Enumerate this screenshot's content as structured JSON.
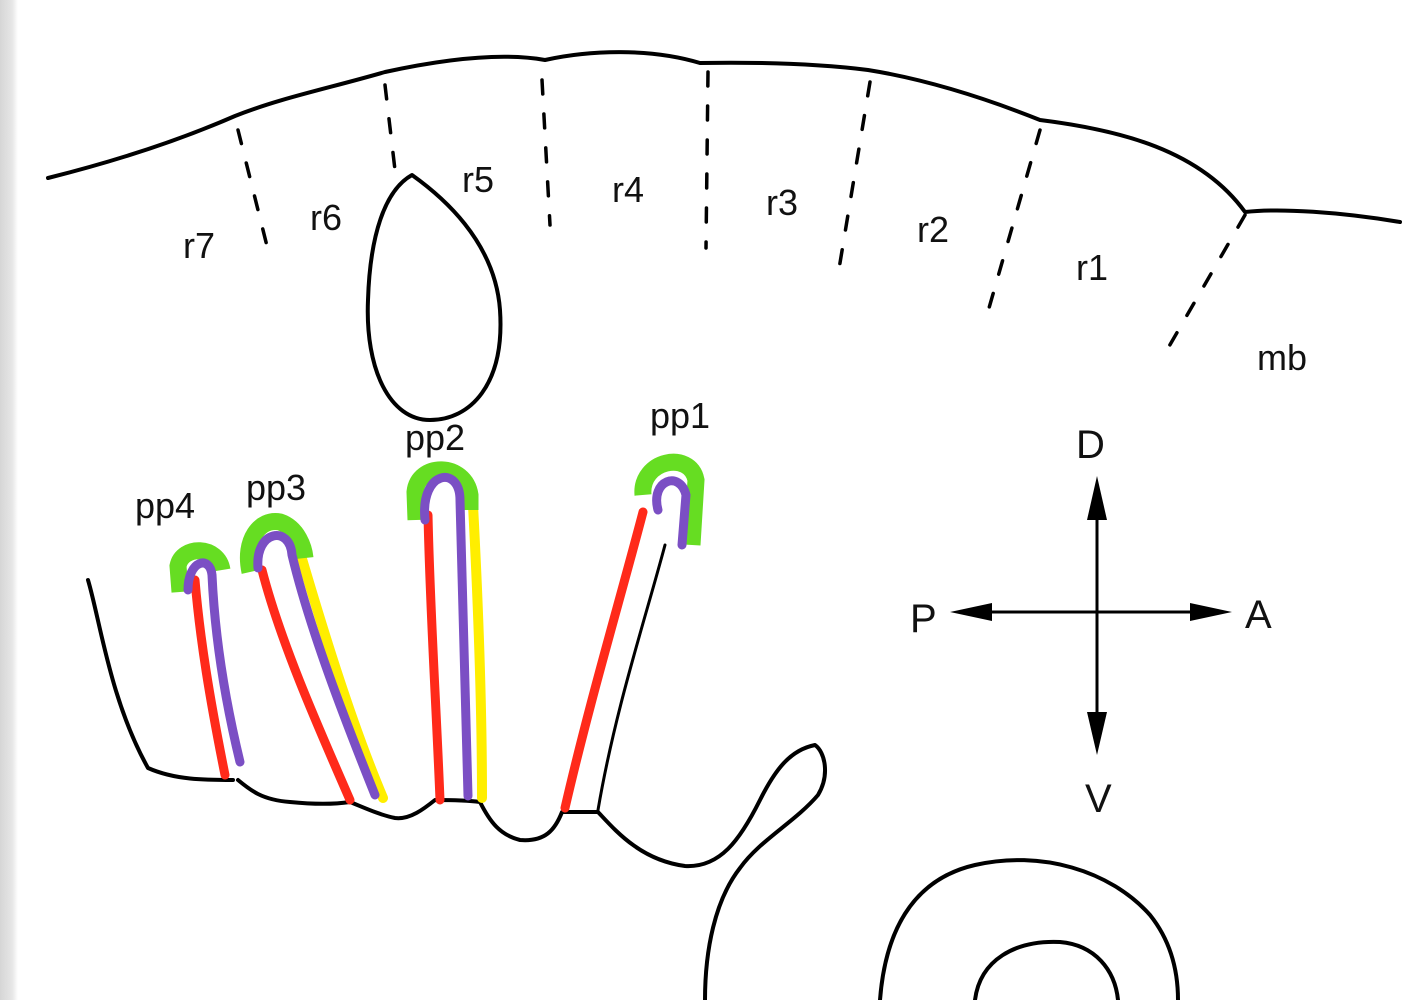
{
  "rhombomere_labels": [
    "r7",
    "r6",
    "r5",
    "r4",
    "r3",
    "r2",
    "r1",
    "mb"
  ],
  "pouch_labels": [
    "pp4",
    "pp3",
    "pp2",
    "pp1"
  ],
  "axis_labels": {
    "dorsal": "D",
    "ventral": "V",
    "posterior": "P",
    "anterior": "A"
  },
  "colors": {
    "outline": "#000000",
    "red": "#ff2a1a",
    "purple": "#7b4fc4",
    "green": "#66dd22",
    "yellow": "#ffee00"
  }
}
